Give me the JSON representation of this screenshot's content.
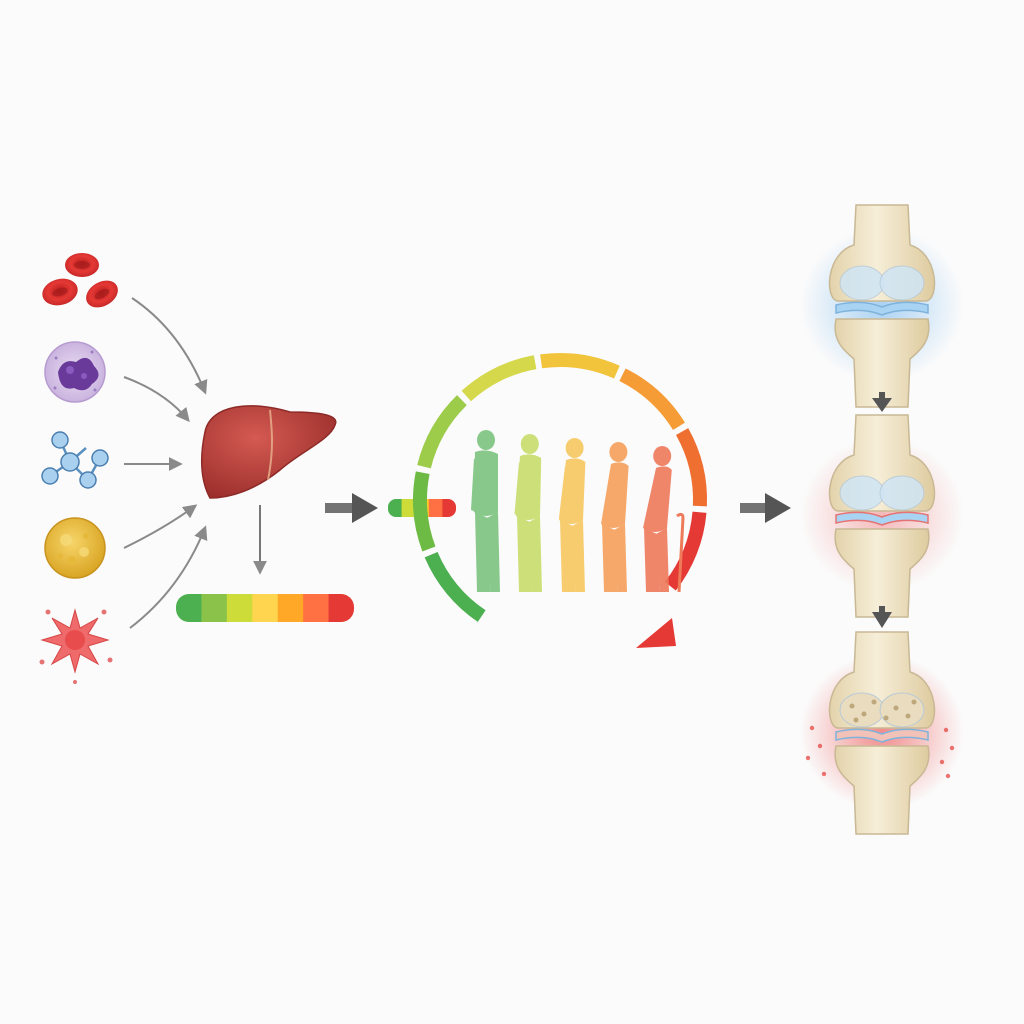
{
  "inputs": [
    {
      "id": "red-blood-cells",
      "icon": "red-blood-cells-icon"
    },
    {
      "id": "white-blood-cell",
      "icon": "neutrophil-icon"
    },
    {
      "id": "molecule",
      "icon": "molecule-icon"
    },
    {
      "id": "fat-cell",
      "icon": "adipocyte-icon"
    },
    {
      "id": "spiky-cell",
      "icon": "inflammatory-cell-icon"
    }
  ],
  "organ": {
    "icon": "liver-icon",
    "color": "#b8403d"
  },
  "score_bar": {
    "segments": [
      "#4caf50",
      "#8bc34a",
      "#cddc39",
      "#ffd54f",
      "#ffa726",
      "#ff7043",
      "#e53935"
    ]
  },
  "mini_bar": {
    "segments": [
      "#4caf50",
      "#cddc39",
      "#ffca28",
      "#ff7043",
      "#e53935"
    ]
  },
  "aging_gauge": {
    "figures": [
      {
        "stage": "young",
        "color": "#7cc47f"
      },
      {
        "stage": "adult",
        "color": "#c8dd6a"
      },
      {
        "stage": "middle-age",
        "color": "#f6c85f"
      },
      {
        "stage": "older",
        "color": "#f5a05a"
      },
      {
        "stage": "elderly",
        "color": "#ee7a5a"
      }
    ],
    "arc_segments": [
      "#4caf50",
      "#6dbb45",
      "#9ccc4a",
      "#d4d84a",
      "#f2c43c",
      "#f59c37",
      "#ef6f31",
      "#e53935"
    ]
  },
  "knee_stages": [
    {
      "stage": "healthy",
      "glow": "#8fc4f0"
    },
    {
      "stage": "early-damage",
      "glow": "#f3a3a3"
    },
    {
      "stage": "osteoarthritis",
      "glow": "#ef7f7f"
    }
  ],
  "colors": {
    "arrow": "#8a8a8a",
    "flow_arrow": "#555555",
    "bone": "#efe4c7",
    "bone_edge": "#c9b894",
    "cartilage": "#a9d3f2"
  }
}
